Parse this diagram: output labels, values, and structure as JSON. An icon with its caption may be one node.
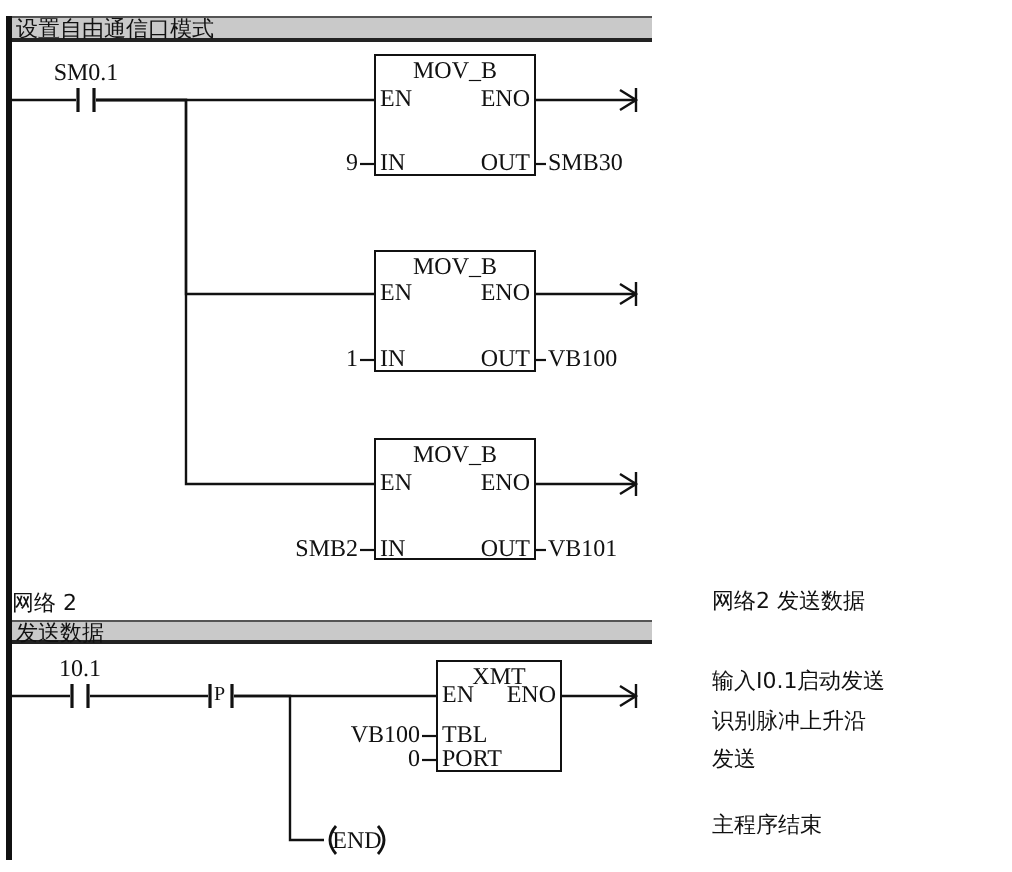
{
  "diagram": {
    "nodes": [
      {
        "text": [],
        "shape": "bar"
      },
      {
        "text": [
          "设置自由通信口模式"
        ]
      },
      {
        "text": [
          "SM0.1"
        ]
      },
      {
        "text": [
          "MOV_B",
          "EN",
          "ENO",
          "IN",
          "OUT"
        ],
        "beside": [
          "9",
          "SMB30"
        ]
      },
      {
        "text": [
          "MOV_B",
          "EN",
          "ENO",
          "IN",
          "OUT"
        ],
        "beside": [
          "1",
          "VB100"
        ]
      },
      {
        "text": [
          "MOV_B",
          "EN",
          "ENO",
          "IN",
          "OUT"
        ],
        "beside": [
          "SMB2",
          "VB101"
        ]
      },
      {
        "text": [
          "发送数据"
        ]
      },
      {
        "text": [
          "10.1"
        ]
      },
      {
        "text": [
          "P"
        ]
      },
      {
        "text": [
          "XMT",
          "EN",
          "ENO",
          "TBL",
          "PORT"
        ],
        "beside": [
          "VB100",
          "0"
        ]
      },
      {
        "text": [
          "END"
        ]
      }
    ],
    "edges": [
      {
        "from": 0,
        "to": 2,
        "arrow": "none"
      },
      {
        "from": 2,
        "to": 3,
        "arrow": "none"
      },
      {
        "from": 2,
        "to": 4,
        "arrow": "none"
      },
      {
        "from": 2,
        "to": 5,
        "arrow": "none"
      },
      {
        "from": 3,
        "to": null,
        "arrow": "to"
      },
      {
        "from": 4,
        "to": null,
        "arrow": "to"
      },
      {
        "from": 5,
        "to": null,
        "arrow": "to"
      },
      {
        "from": 0,
        "to": 7,
        "arrow": "none"
      },
      {
        "from": 7,
        "to": 8,
        "arrow": "none"
      },
      {
        "from": 8,
        "to": 9,
        "arrow": "none"
      },
      {
        "from": 8,
        "to": 10,
        "arrow": "none"
      },
      {
        "from": 9,
        "to": null,
        "arrow": "to"
      }
    ],
    "labels": [
      "网络 2",
      "网络2 发送数据",
      "输入I0.1启动发送",
      "识别脉冲上升沿",
      "发送",
      "主程序结束"
    ]
  }
}
